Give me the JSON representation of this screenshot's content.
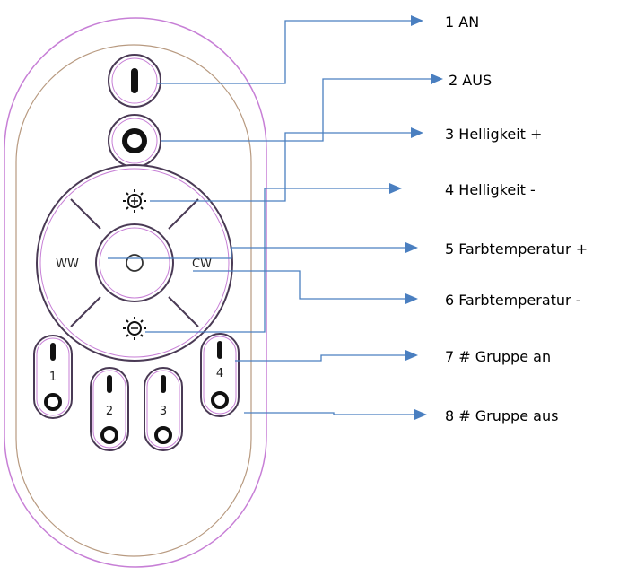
{
  "labels": [
    {
      "num": "1",
      "text": "AN"
    },
    {
      "num": "2",
      "text": "AUS"
    },
    {
      "num": "3",
      "text": "Helligkeit +"
    },
    {
      "num": "4",
      "text": "Helligkeit -"
    },
    {
      "num": "5",
      "text": "Farbtemperatur +"
    },
    {
      "num": "6",
      "text": "Farbtemperatur -"
    },
    {
      "num": "7",
      "text": "# Gruppe an"
    },
    {
      "num": "8",
      "text": "# Gruppe aus"
    }
  ],
  "remote": {
    "ww_label": "WW",
    "cw_label": "CW",
    "group_numbers": [
      "1",
      "2",
      "3",
      "4"
    ]
  },
  "colors": {
    "outer_outline": "#c77fd6",
    "inner_outline": "#b89a80",
    "button_outline": "#4a3a55",
    "line": "#4a7fc0"
  }
}
